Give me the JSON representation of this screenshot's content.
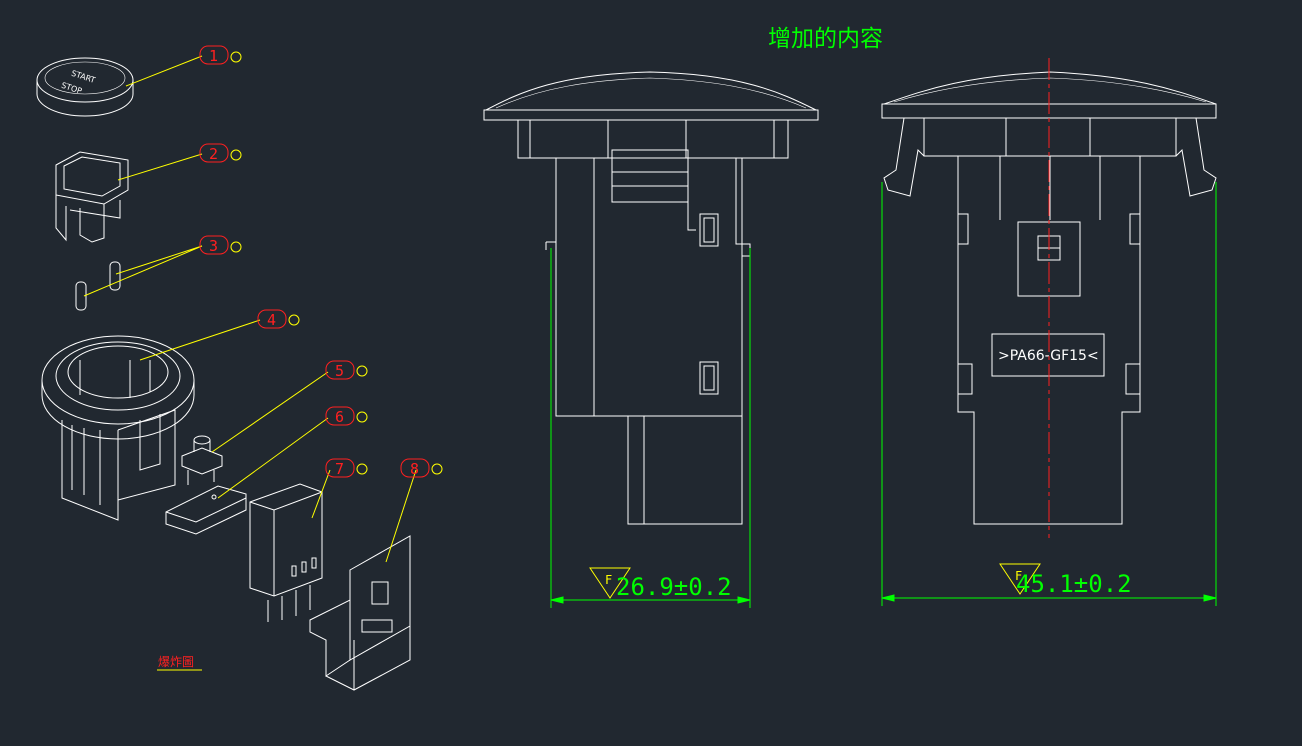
{
  "title": "增加的内容",
  "explosion_label": "爆炸圖",
  "material_label": ">PA66-GF15<",
  "button_cap_text": [
    "START",
    "STOP"
  ],
  "callouts": [
    {
      "num": "1"
    },
    {
      "num": "2"
    },
    {
      "num": "3"
    },
    {
      "num": "4"
    },
    {
      "num": "5"
    },
    {
      "num": "6"
    },
    {
      "num": "7"
    },
    {
      "num": "8"
    }
  ],
  "dimensions": [
    {
      "flag": "F",
      "value": "26.9±0.2"
    },
    {
      "flag": "F",
      "value": "45.1±0.2"
    }
  ],
  "colors": {
    "background": "#212830",
    "outline": "#ffffff",
    "leader": "#ffff00",
    "callout": "#ff2020",
    "dimension": "#00ff00",
    "centerline": "#ff0000",
    "title": "#00ff00"
  }
}
